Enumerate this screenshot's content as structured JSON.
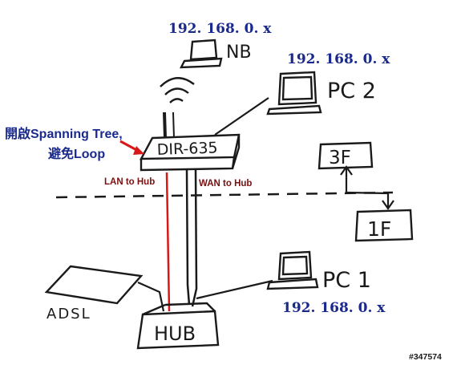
{
  "labels": {
    "ip_nb": "192. 168. 0. x",
    "ip_pc2": "192. 168. 0. x",
    "ip_pc1": "192. 168. 0. x",
    "nb": "NB",
    "pc2": "PC 2",
    "pc1": "PC 1",
    "router": "DIR-635",
    "floor_3f": "3F",
    "floor_1f": "1F",
    "hub": "HUB",
    "adsl": "ADSL",
    "lan_to_hub": "LAN to Hub",
    "wan_to_hub": "WAN to Hub",
    "note_line1": "開啟Spanning Tree,",
    "note_line2": "避免Loop",
    "watermark": "#347574"
  },
  "colors": {
    "ip_text": "#1a2a8c",
    "annotation_text": "#1a2a8c",
    "port_label": "#7a1010",
    "red_cable": "#d81818",
    "sketch": "#1a1a1a"
  }
}
